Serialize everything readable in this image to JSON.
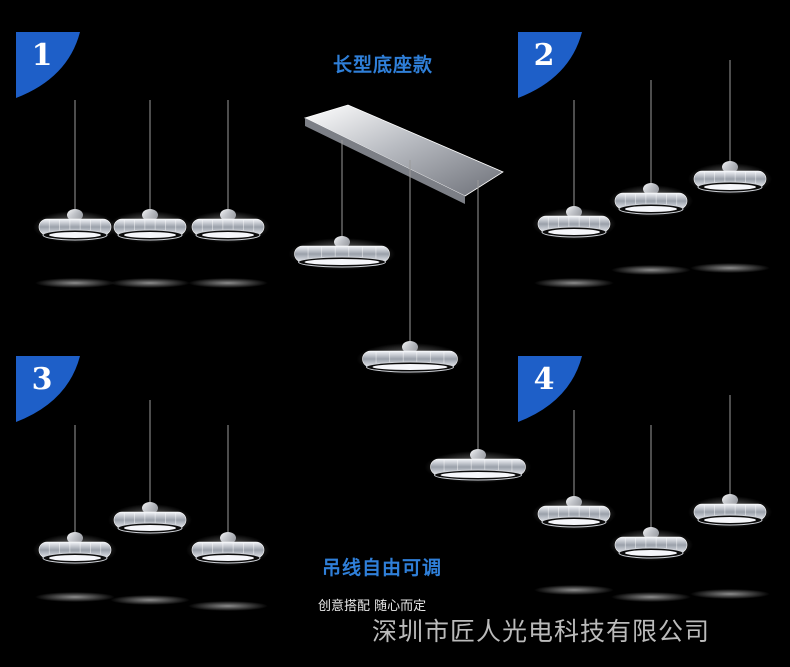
{
  "title_top": "长型底座款",
  "title_mid": "吊线自由可调",
  "tagline": "创意搭配 随心而定",
  "company": "深圳市匠人光电科技有限公司",
  "badges": [
    "1",
    "2",
    "3",
    "4"
  ],
  "colors": {
    "badge_blue": "#1e5fc8",
    "title_blue": "#2f7fd8",
    "background": "#000000"
  }
}
